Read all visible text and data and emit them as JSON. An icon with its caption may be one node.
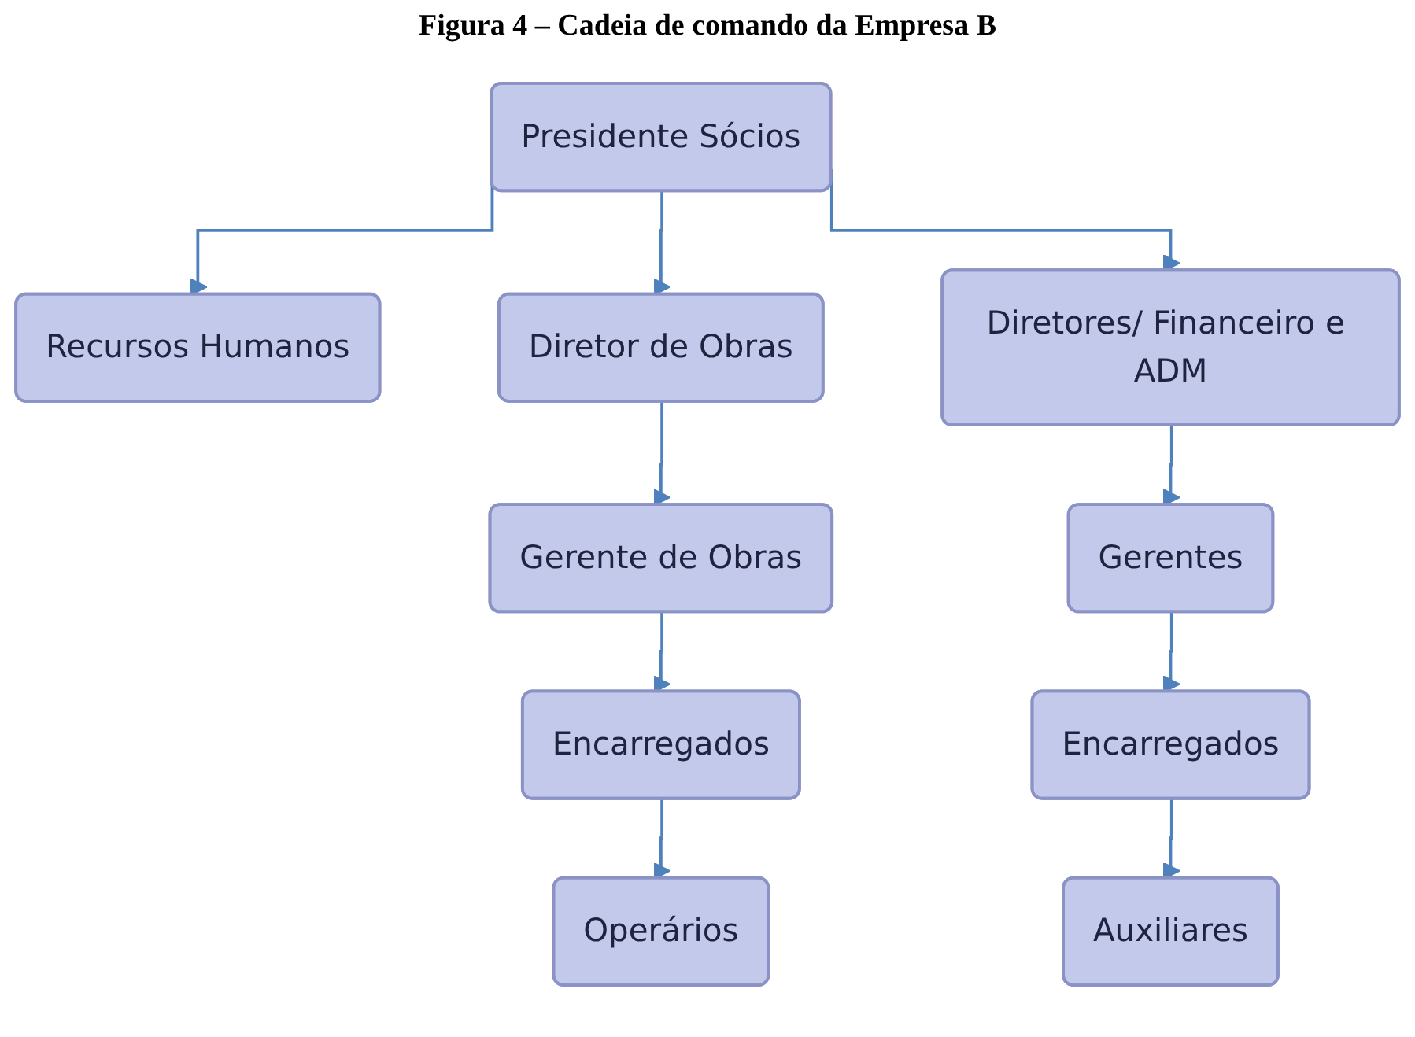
{
  "diagram": {
    "title": "Figura 4 – Cadeia de comando da Empresa B",
    "nodes": [
      {
        "text": [
          "Presidente Sócios"
        ]
      },
      {
        "text": [
          "Recursos Humanos"
        ]
      },
      {
        "text": [
          "Diretor de Obras"
        ]
      },
      {
        "text": [
          "Diretores/ Financeiro e ADM"
        ]
      },
      {
        "text": [
          "Gerente de Obras"
        ]
      },
      {
        "text": [
          "Gerentes"
        ]
      },
      {
        "text": [
          "Encarregados"
        ]
      },
      {
        "text": [
          "Encarregados"
        ]
      },
      {
        "text": [
          "Operários"
        ]
      },
      {
        "text": [
          "Auxiliares"
        ]
      }
    ],
    "edges": [
      {
        "from": 0,
        "to": 1,
        "arrow": "to"
      },
      {
        "from": 0,
        "to": 2,
        "arrow": "to"
      },
      {
        "from": 0,
        "to": 3,
        "arrow": "to"
      },
      {
        "from": 2,
        "to": 4,
        "arrow": "to"
      },
      {
        "from": 4,
        "to": 6,
        "arrow": "to"
      },
      {
        "from": 6,
        "to": 8,
        "arrow": "to"
      },
      {
        "from": 3,
        "to": 5,
        "arrow": "to"
      },
      {
        "from": 5,
        "to": 7,
        "arrow": "to"
      },
      {
        "from": 7,
        "to": 9,
        "arrow": "to"
      }
    ]
  }
}
